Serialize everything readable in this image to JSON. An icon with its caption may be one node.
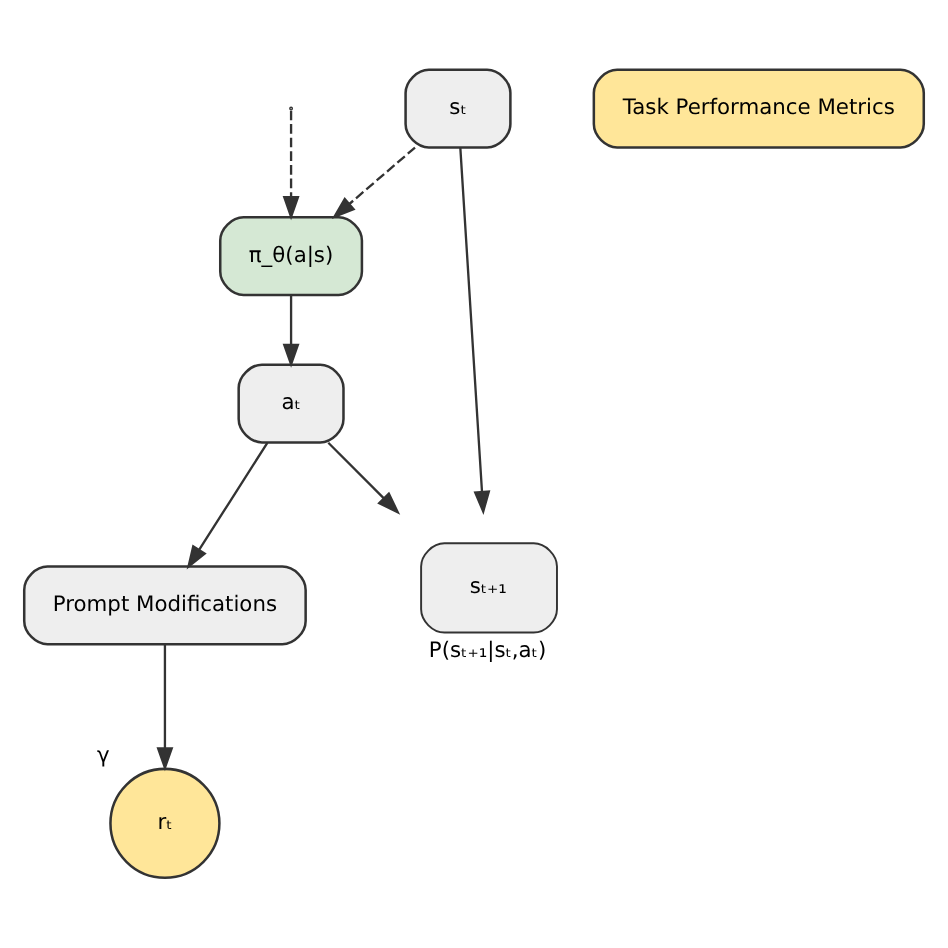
{
  "diagram": {
    "nodes": [
      {
        "text": [
          "π_θ(a|s)"
        ]
      },
      {
        "text": [
          "sₜ"
        ]
      },
      {
        "text": [
          "aₜ"
        ]
      },
      {
        "text": [
          "sₜ₊₁"
        ],
        "beside": [
          "P(sₜ₊₁|sₜ,aₜ)"
        ]
      },
      {
        "text": [
          "rₜ"
        ],
        "beside": [
          "γ"
        ]
      },
      {
        "text": [
          "Prompt Modifications"
        ]
      },
      {
        "text": [
          "Task Performance Metrics"
        ]
      }
    ],
    "edges": [
      {
        "from": 1,
        "to": 0,
        "arrow": "to",
        "style": "dashed"
      },
      {
        "from": null,
        "to": 0,
        "arrow": "to",
        "style": "dashed"
      },
      {
        "from": 0,
        "to": 2,
        "arrow": "to"
      },
      {
        "from": 2,
        "to": 3,
        "arrow": "to"
      },
      {
        "from": 1,
        "to": 3,
        "arrow": "to"
      },
      {
        "from": 2,
        "to": 5,
        "arrow": "to"
      },
      {
        "from": 5,
        "to": 4,
        "arrow": "to"
      }
    ]
  }
}
